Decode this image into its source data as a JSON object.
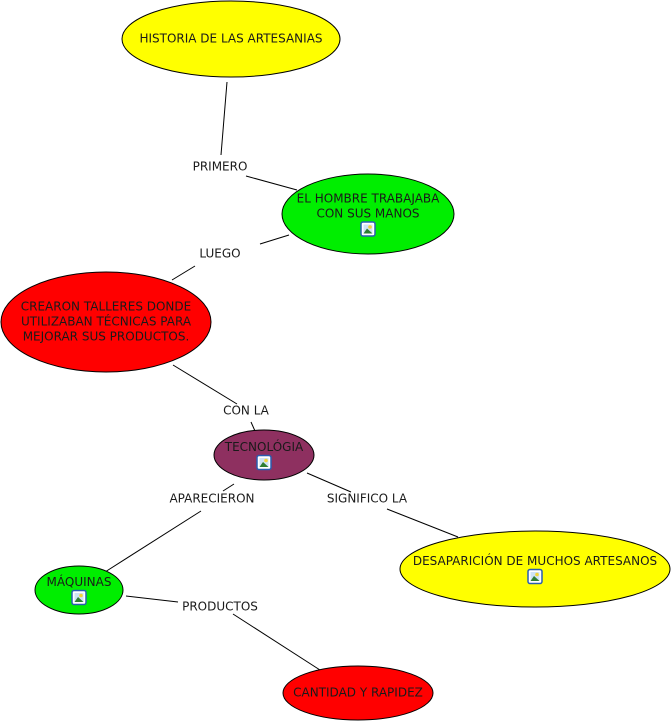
{
  "colors": {
    "yellow": "#ffff00",
    "green": "#00ee00",
    "red": "#ff0000",
    "purple": "#8e3060"
  },
  "nodes": [
    {
      "id": "historia",
      "lines": [
        "HISTORIA DE LAS ARTESANIAS"
      ],
      "color": "yellow",
      "has_image_icon": false
    },
    {
      "id": "hombre",
      "lines": [
        "EL HOMBRE TRABAJABA",
        "CON SUS MANOS"
      ],
      "color": "green",
      "has_image_icon": true
    },
    {
      "id": "talleres",
      "lines": [
        "CREARON TALLERES DONDE",
        "UTILIZABAN TÉCNICAS PARA",
        "MEJORAR SUS PRODUCTOS."
      ],
      "color": "red",
      "has_image_icon": false
    },
    {
      "id": "tecnologia",
      "lines": [
        "TECNOLÓGIA"
      ],
      "color": "purple",
      "has_image_icon": true
    },
    {
      "id": "desaparicion",
      "lines": [
        "DESAPARICIÓN DE MUCHOS ARTESANOS"
      ],
      "color": "yellow",
      "has_image_icon": true
    },
    {
      "id": "maquinas",
      "lines": [
        "MÁQUINAS"
      ],
      "color": "green",
      "has_image_icon": true
    },
    {
      "id": "cantidad",
      "lines": [
        "CANTIDAD Y RAPIDEZ"
      ],
      "color": "red",
      "has_image_icon": false
    }
  ],
  "links": [
    {
      "id": "primero",
      "label": "PRIMERO",
      "from": "historia",
      "to": "hombre"
    },
    {
      "id": "luego",
      "label": "LUEGO",
      "from": "hombre",
      "to": "talleres"
    },
    {
      "id": "con-la",
      "label": "CON LA",
      "from": "talleres",
      "to": "tecnologia"
    },
    {
      "id": "aparecieron",
      "label": "APARECIERON",
      "from": "tecnologia",
      "to": "maquinas"
    },
    {
      "id": "significo-la",
      "label": "SIGNIFICO LA",
      "from": "tecnologia",
      "to": "desaparicion"
    },
    {
      "id": "productos",
      "label": "PRODUCTOS",
      "from": "maquinas",
      "to": "cantidad"
    }
  ]
}
